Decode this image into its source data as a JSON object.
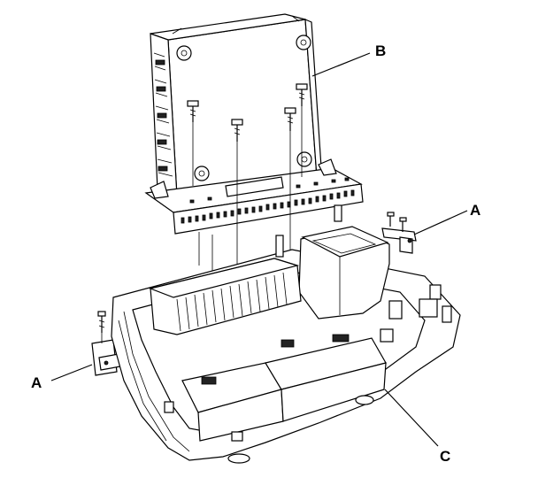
{
  "callouts": {
    "b": "B",
    "a_right": "A",
    "a_left": "A",
    "c": "C"
  }
}
